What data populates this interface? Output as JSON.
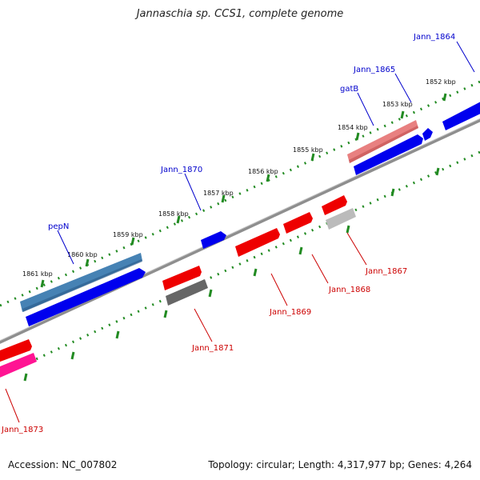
{
  "header": {
    "title": "Jannaschia sp. CCS1, complete genome"
  },
  "footer": {
    "accession": "Accession: NC_007802",
    "stats": "Topology: circular; Length: 4,317,977 bp; Genes: 4,264"
  },
  "scale": {
    "tick_labels": [
      "1852 kbp",
      "1853 kbp",
      "1854 kbp",
      "1855 kbp",
      "1856 kbp",
      "1857 kbp",
      "1858 kbp",
      "1859 kbp",
      "1860 kbp",
      "1861 kbp"
    ]
  },
  "genes": [
    {
      "name": "Jann_1864",
      "strand": "+",
      "label_color": "#0000cc",
      "color": "#0000ee"
    },
    {
      "name": "Jann_1865",
      "strand": "+",
      "label_color": "#0000cc",
      "color": "#0000ee"
    },
    {
      "name": "gatB",
      "strand": "+",
      "label_color": "#0000cc",
      "color": "#0000ee"
    },
    {
      "name": "Jann_1870",
      "strand": "+",
      "label_color": "#0000cc",
      "color": "#0000ee"
    },
    {
      "name": "pepN",
      "strand": "+",
      "label_color": "#0000cc",
      "color": "#0000ee"
    },
    {
      "name": "Jann_1867",
      "strand": "-",
      "label_color": "#cc0000",
      "color": "#ee0000"
    },
    {
      "name": "Jann_1868",
      "strand": "-",
      "label_color": "#cc0000",
      "color": "#ee0000"
    },
    {
      "name": "Jann_1869",
      "strand": "-",
      "label_color": "#cc0000",
      "color": "#ee0000"
    },
    {
      "name": "Jann_1871",
      "strand": "-",
      "label_color": "#cc0000",
      "color": "#ee0000"
    },
    {
      "name": "Jann_1873",
      "strand": "-",
      "label_color": "#cc0000",
      "color": "#ee0000"
    }
  ],
  "colors": {
    "tick": "#228b22",
    "backbone": "#888888",
    "cog_forward_1": "#4682b4",
    "cog_forward_2": "#e88080",
    "cog_reverse_1": "#ff1493",
    "cog_reverse_2": "#666666",
    "cog_reverse_3": "#bbbbbb"
  }
}
